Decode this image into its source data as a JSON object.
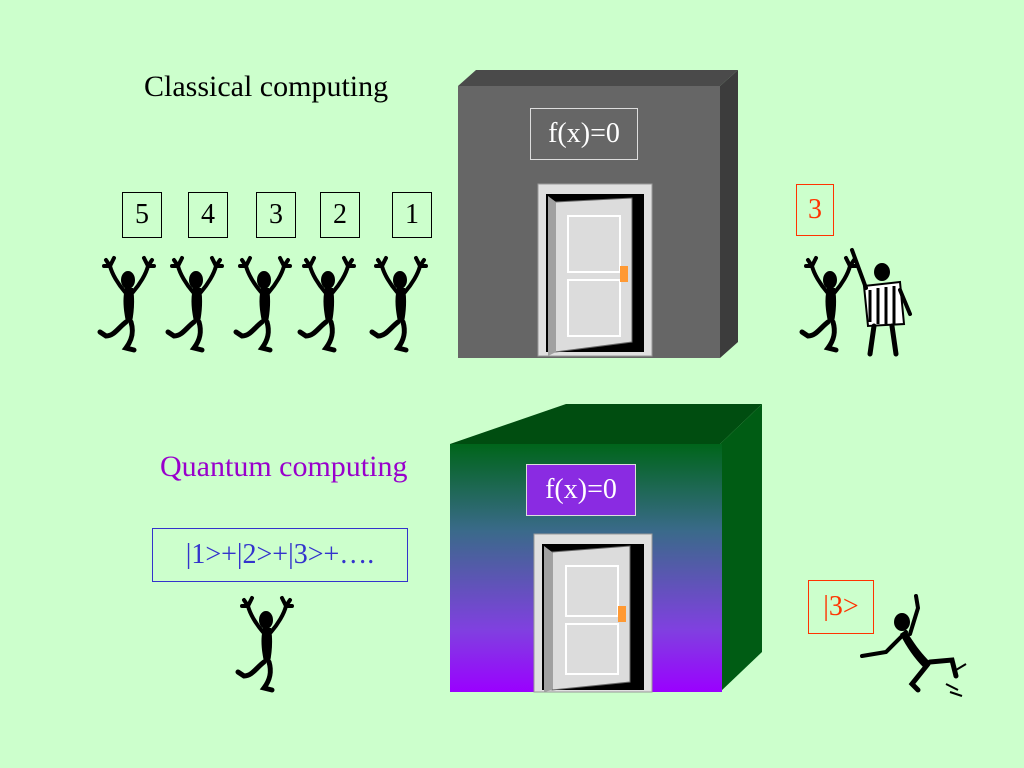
{
  "classical": {
    "title": "Classical computing",
    "function_label": "f(x)=0",
    "queue": [
      "5",
      "4",
      "3",
      "2",
      "1"
    ],
    "output": "3"
  },
  "quantum": {
    "title": "Quantum computing",
    "function_label": "f(x)=0",
    "superposition": "|1>+|2>+|3>+….",
    "output": "|3>"
  },
  "colors": {
    "background": "#ccffcc",
    "classical_box": "#666666",
    "quantum_box_top": "#006600",
    "quantum_box_bottom": "#9900ff",
    "quantum_title": "#9900cc",
    "superposition_text": "#3333cc",
    "output_text": "#ff3300"
  }
}
